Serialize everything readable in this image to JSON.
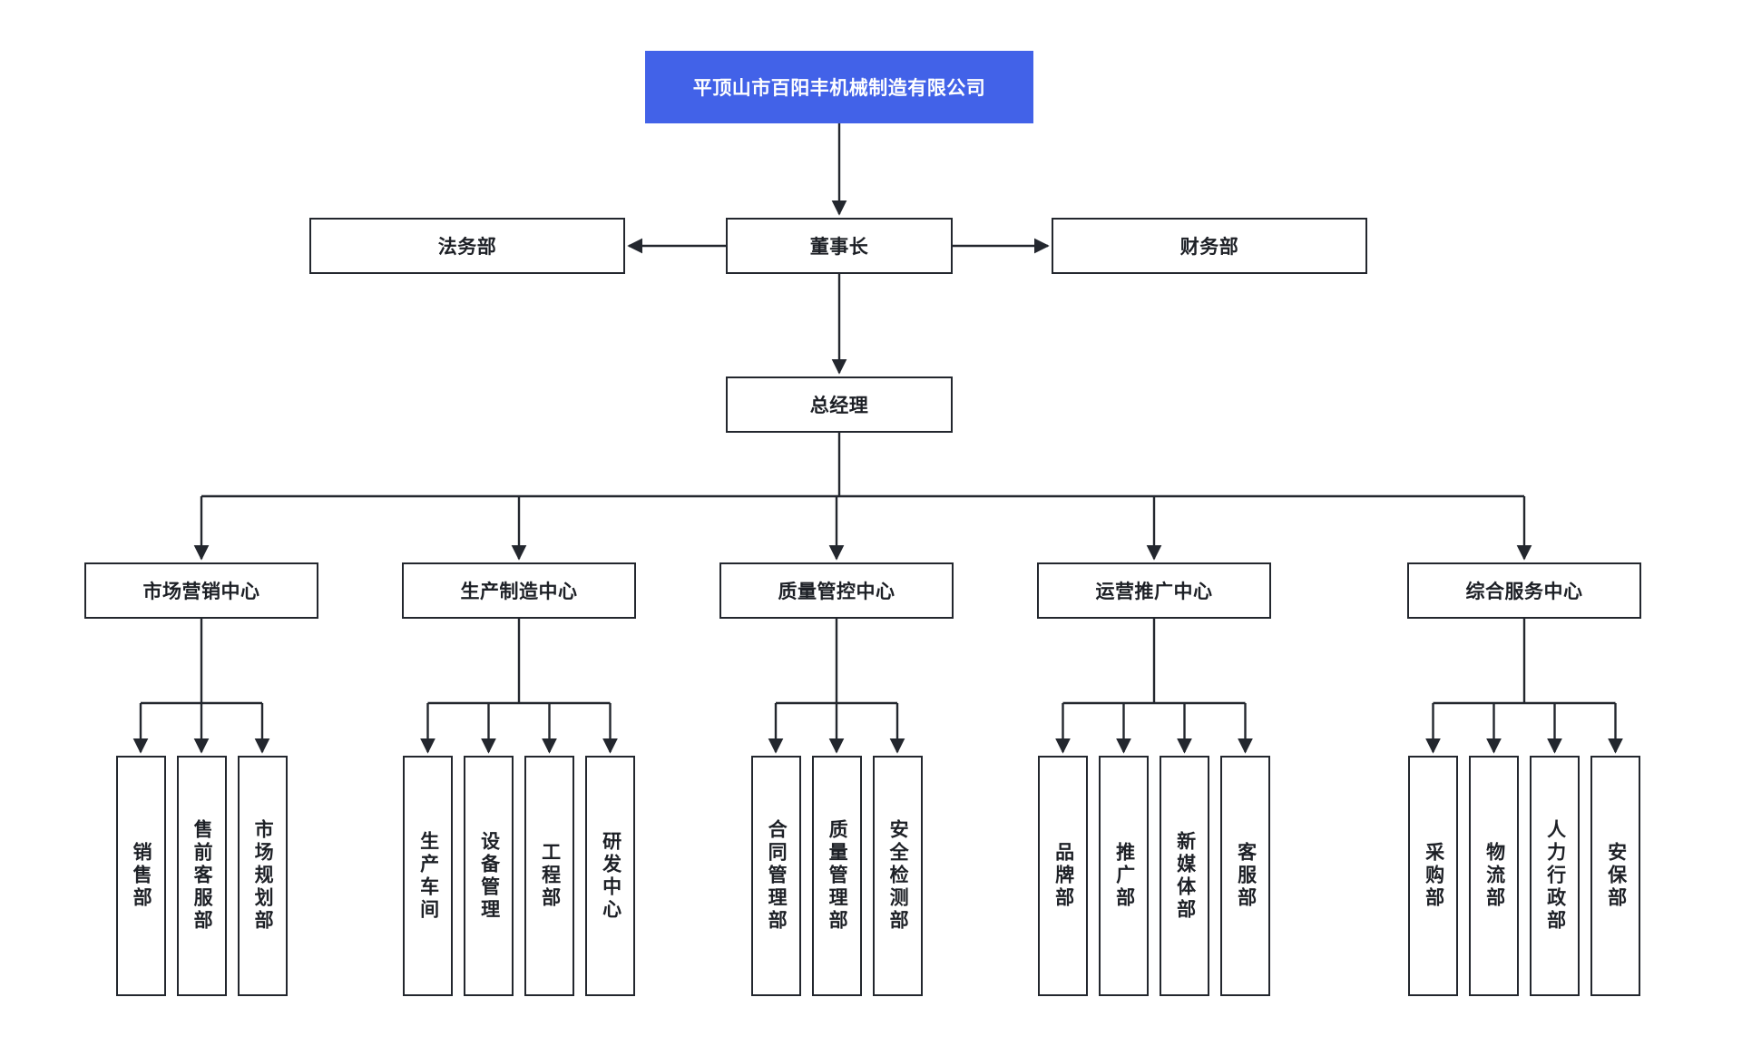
{
  "chart_data": {
    "type": "diagram",
    "diagram_kind": "organization-chart",
    "title": "平顶山市百阳丰机械制造有限公司",
    "orientation": "top-down",
    "colors": {
      "root_fill": "#4262e8",
      "root_text": "#ffffff",
      "node_fill": "#ffffff",
      "node_border": "#23272e",
      "node_text": "#1d2026",
      "edge": "#23272e",
      "background": "#ffffff"
    }
  },
  "root": {
    "id": "company",
    "label": "平顶山市百阳丰机械制造有限公司"
  },
  "executives": {
    "chairman": {
      "id": "chairman",
      "label": "董事长"
    },
    "left_staff": {
      "id": "legal",
      "label": "法务部"
    },
    "right_staff": {
      "id": "finance",
      "label": "财务部"
    },
    "general_manager": {
      "id": "gm",
      "label": "总经理"
    }
  },
  "centers": [
    {
      "id": "marketing-center",
      "label": "市场营销中心",
      "departments": [
        {
          "id": "sales-dept",
          "label": "销售部"
        },
        {
          "id": "presales-service-dept",
          "label": "售前客服部"
        },
        {
          "id": "market-planning-dept",
          "label": "市场规划部"
        }
      ]
    },
    {
      "id": "manufacturing-center",
      "label": "生产制造中心",
      "departments": [
        {
          "id": "production-workshop",
          "label": "生产车间"
        },
        {
          "id": "equipment-management",
          "label": "设备管理"
        },
        {
          "id": "engineering-dept",
          "label": "工程部"
        },
        {
          "id": "rnd-center",
          "label": "研发中心"
        }
      ]
    },
    {
      "id": "quality-control-center",
      "label": "质量管控中心",
      "departments": [
        {
          "id": "contract-management-dept",
          "label": "合同管理部"
        },
        {
          "id": "quality-management-dept",
          "label": "质量管理部"
        },
        {
          "id": "safety-inspection-dept",
          "label": "安全检测部"
        }
      ]
    },
    {
      "id": "operations-promotion-center",
      "label": "运营推广中心",
      "departments": [
        {
          "id": "brand-dept",
          "label": "品牌部"
        },
        {
          "id": "promotion-dept",
          "label": "推广部"
        },
        {
          "id": "new-media-dept",
          "label": "新媒体部"
        },
        {
          "id": "customer-service-dept",
          "label": "客服部"
        }
      ]
    },
    {
      "id": "general-services-center",
      "label": "综合服务中心",
      "departments": [
        {
          "id": "procurement-dept",
          "label": "采购部"
        },
        {
          "id": "logistics-dept",
          "label": "物流部"
        },
        {
          "id": "hr-admin-dept",
          "label": "人力行政部"
        },
        {
          "id": "security-dept",
          "label": "安保部"
        }
      ]
    }
  ]
}
